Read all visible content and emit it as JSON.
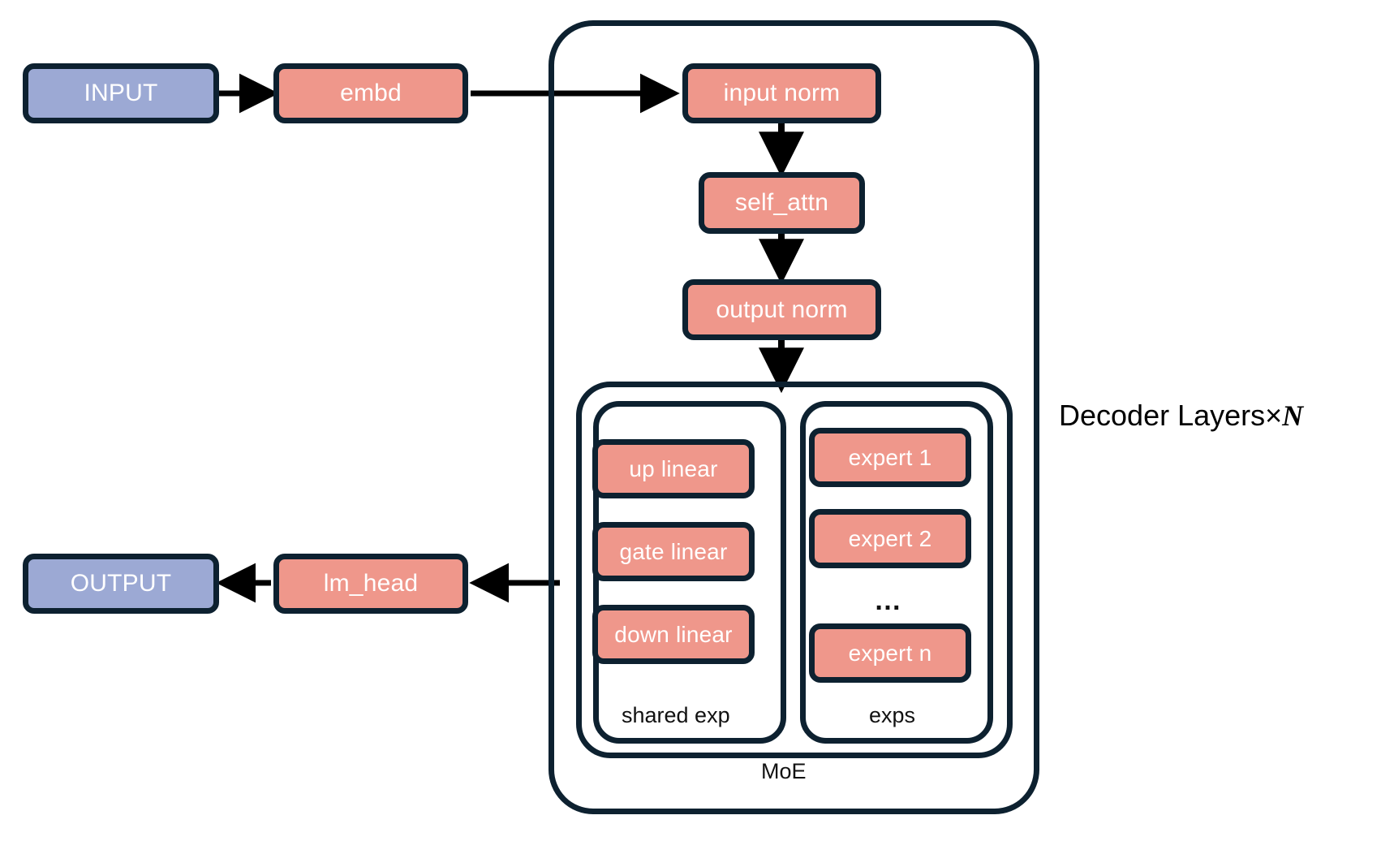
{
  "diagram": {
    "title_label": "Decoder Layers×",
    "title_var": "N",
    "colors": {
      "border": "#0d2130",
      "input_output": "#9ca9d4",
      "module": "#ef978b",
      "arrow": "#000000",
      "background": "#ffffff",
      "text_on_node": "#ffffff",
      "text_caption": "#111111"
    },
    "nodes": {
      "input": "INPUT",
      "embd": "embd",
      "input_norm": "input norm",
      "self_attn": "self_attn",
      "output_norm": "output norm",
      "up_linear": "up linear",
      "gate_linear": "gate linear",
      "down_linear": "down linear",
      "expert_1": "expert 1",
      "expert_2": "expert 2",
      "expert_ellipsis": "…",
      "expert_n": "expert n",
      "lm_head": "lm_head",
      "output": "OUTPUT"
    },
    "groups": {
      "decoder": "Decoder Layers×N",
      "moe": "MoE",
      "shared_exp": "shared exp",
      "exps": "exps"
    },
    "edges": [
      {
        "from": "INPUT",
        "to": "embd",
        "direction": "right"
      },
      {
        "from": "embd",
        "to": "input norm",
        "direction": "right"
      },
      {
        "from": "input norm",
        "to": "self_attn",
        "direction": "down"
      },
      {
        "from": "self_attn",
        "to": "output norm",
        "direction": "down"
      },
      {
        "from": "output norm",
        "to": "MoE",
        "direction": "down"
      },
      {
        "from": "MoE",
        "to": "lm_head",
        "direction": "left"
      },
      {
        "from": "lm_head",
        "to": "OUTPUT",
        "direction": "left"
      }
    ]
  }
}
